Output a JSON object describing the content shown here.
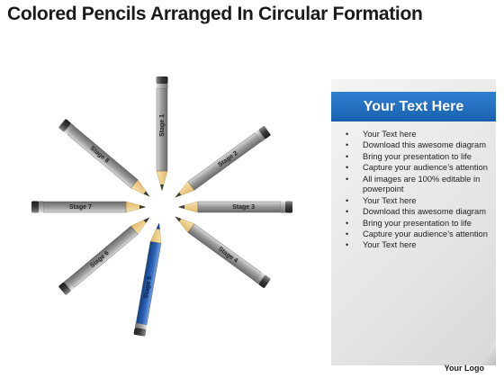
{
  "title": "Colored Pencils Arranged In Circular Formation",
  "pencils": [
    {
      "label": "Stage 1",
      "angle": -90,
      "color": "gray"
    },
    {
      "label": "Stage 2",
      "angle": -36,
      "color": "gray"
    },
    {
      "label": "Stage 3",
      "angle": 0,
      "color": "gray"
    },
    {
      "label": "Stage 4",
      "angle": 36,
      "color": "gray"
    },
    {
      "label": "Stage 5",
      "angle": 100,
      "color": "blue"
    },
    {
      "label": "Stage 6",
      "angle": 140,
      "color": "gray"
    },
    {
      "label": "Stage 7",
      "angle": 180,
      "color": "gray"
    },
    {
      "label": "Stage 8",
      "angle": -140,
      "color": "gray"
    }
  ],
  "colors": {
    "gray_body": "#9a9a9a",
    "gray_dark": "#5e5e5e",
    "blue_body": "#2a62b5",
    "blue_dark": "#143f82",
    "wood": "#f2d48a",
    "header": "#1f67b8"
  },
  "panel": {
    "header": "Your Text Here",
    "items": [
      "Your Text here",
      "Download this awesome diagram",
      "Bring your presentation to life",
      "Capture your audience’s attention",
      "All images are 100% editable in powerpoint",
      "Your Text here",
      "Download this awesome diagram",
      "Bring your presentation to life",
      "Capture your audience’s attention",
      "Your Text here"
    ]
  },
  "logo": "Your Logo"
}
